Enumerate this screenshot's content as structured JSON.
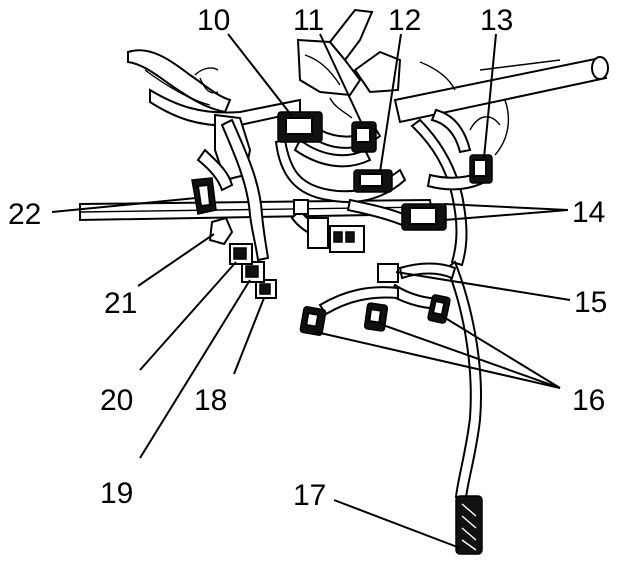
{
  "callouts": [
    "10",
    "11",
    "12",
    "13",
    "14",
    "15",
    "16",
    "17",
    "18",
    "19",
    "20",
    "21",
    "22"
  ]
}
